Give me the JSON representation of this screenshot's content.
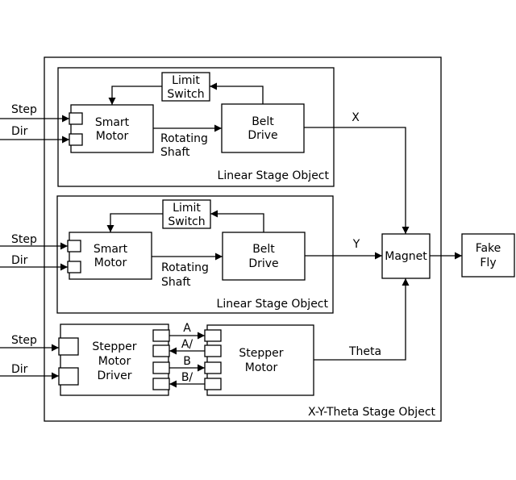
{
  "outer": {
    "label": "X-Y-Theta Stage Object"
  },
  "stage1": {
    "label": "Linear Stage Object",
    "limit_switch": [
      "Limit",
      "Switch"
    ],
    "smart_motor": [
      "Smart",
      "Motor"
    ],
    "belt_drive": [
      "Belt",
      "Drive"
    ],
    "rotating_shaft": [
      "Rotating",
      "Shaft"
    ],
    "step": "Step",
    "dir": "Dir",
    "output": "X"
  },
  "stage2": {
    "label": "Linear Stage Object",
    "limit_switch": [
      "Limit",
      "Switch"
    ],
    "smart_motor": [
      "Smart",
      "Motor"
    ],
    "belt_drive": [
      "Belt",
      "Drive"
    ],
    "rotating_shaft": [
      "Rotating",
      "Shaft"
    ],
    "step": "Step",
    "dir": "Dir",
    "output": "Y"
  },
  "stepper": {
    "driver": [
      "Stepper",
      "Motor",
      "Driver"
    ],
    "motor": [
      "Stepper",
      "Motor"
    ],
    "step": "Step",
    "dir": "Dir",
    "phases": [
      "A",
      "A/",
      "B",
      "B/"
    ],
    "output": "Theta"
  },
  "magnet": "Magnet",
  "fake_fly": [
    "Fake",
    "Fly"
  ]
}
